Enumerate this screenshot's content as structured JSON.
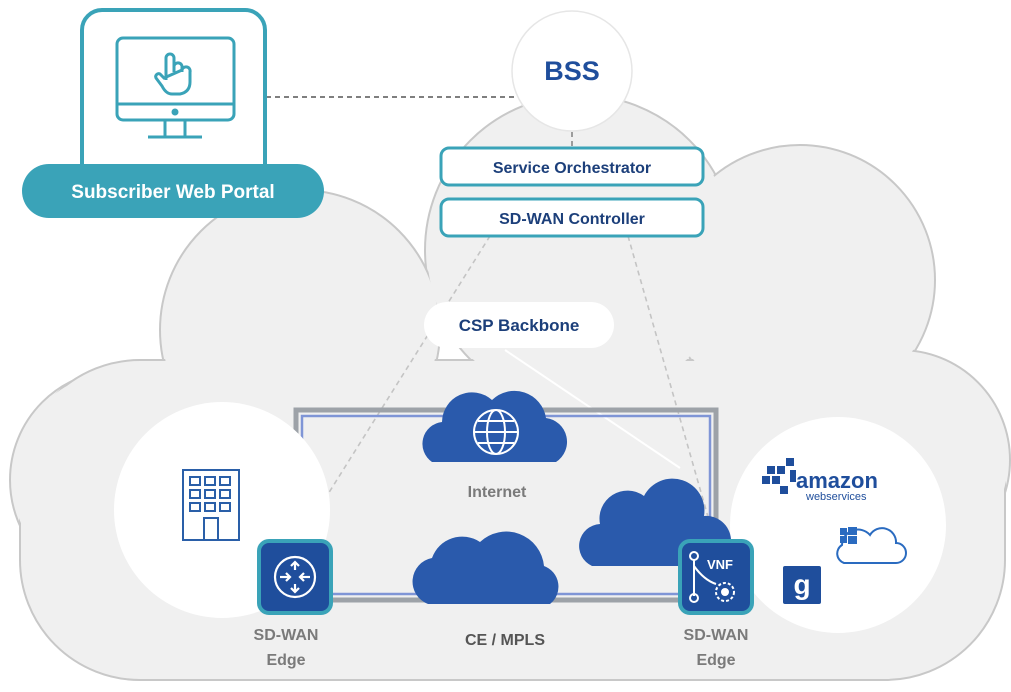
{
  "colors": {
    "cloud_fill": "#f0f0f0",
    "cloud_stroke": "#c8c8c8",
    "teal": "#3aa3b8",
    "navy": "#1f4e9c",
    "text_navy": "#1c3f7a",
    "text_gray": "#7a7a7a",
    "frame_gray": "#9da2a8",
    "frame_blue": "#7f95d6"
  },
  "icons": {
    "portal": "monitor-hand-pointer-icon",
    "branch": "office-building-icon",
    "edge_left": "router-arrows-icon",
    "edge_right": "vnf-icon",
    "internet": "globe-icon",
    "amazon": "amazon-web-services-logo",
    "azure": "windows-cloud-icon",
    "google": "google-logo"
  },
  "portal": {
    "label": "Subscriber Web Portal"
  },
  "bss": {
    "label": "BSS"
  },
  "boxes": {
    "orchestrator": "Service Orchestrator",
    "controller": "SD-WAN Controller"
  },
  "backbone": {
    "label": "CSP Backbone"
  },
  "clouds": {
    "internet": "Internet",
    "mpls": "CE / MPLS"
  },
  "edges": {
    "left": {
      "line1": "SD-WAN",
      "line2": "Edge"
    },
    "right": {
      "line1": "SD-WAN",
      "line2": "Edge",
      "badge": "VNF"
    }
  },
  "logos": {
    "amazon_word": "amazon",
    "amazon_sub": "webservices",
    "google_letter": "g"
  }
}
